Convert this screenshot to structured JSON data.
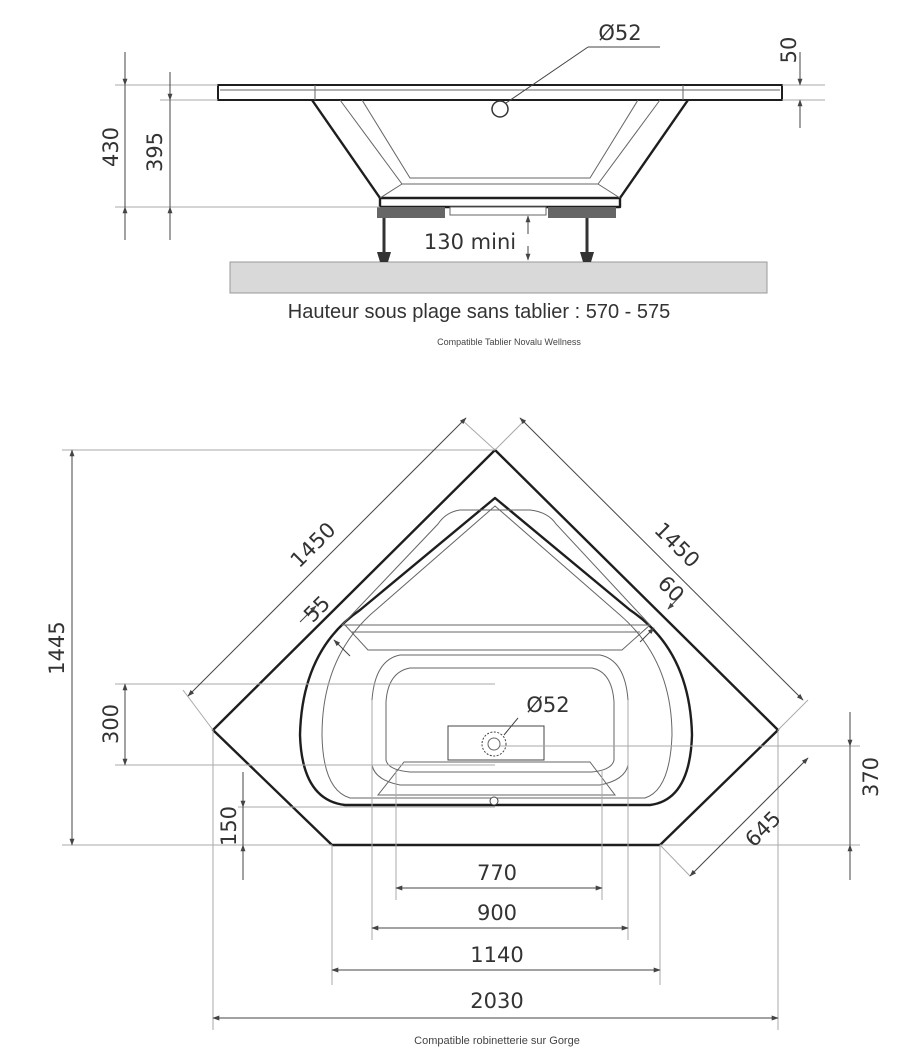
{
  "side_view": {
    "drain_diameter": "Ø52",
    "rim_thickness": "50",
    "total_height": "430",
    "inner_depth": "395",
    "feet_clearance": "130 mini",
    "caption": "Hauteur sous plage sans tablier : 570 - 575",
    "note": "Compatible Tablier Novalu Wellness"
  },
  "top_view": {
    "left_side": "1450",
    "right_side": "1450",
    "left_rim": "55",
    "right_rim": "60",
    "total_depth": "1445",
    "seat_depth": "300",
    "drain_diameter": "Ø52",
    "drain_offset": "370",
    "front_offset": "150",
    "diagonal_short": "645",
    "inner_width_770": "770",
    "inner_width_900": "900",
    "front_width": "1140",
    "total_width": "2030",
    "note": "Compatible robinetterie sur Gorge"
  }
}
